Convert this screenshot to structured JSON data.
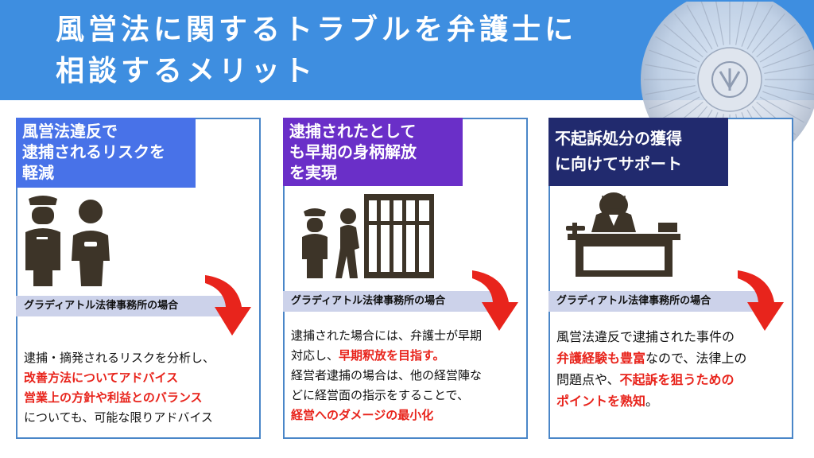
{
  "header": {
    "title_line1": "風営法に関するトラブルを弁護士に",
    "title_line2": "相談するメリット"
  },
  "cards": [
    {
      "title_lines": [
        "風営法違反で",
        "逮捕されるリスクを",
        "軽減"
      ],
      "illustration": "police-officer-and-suspect-icon",
      "subhead": "グラディアトル法律事務所の場合",
      "body": {
        "line1": "逮捕・摘発されるリスクを分析し、",
        "line2_red": "改善方法についてアドバイス",
        "line3_red": "営業上の方針や利益とのバランス",
        "line4": "についても、可能な限りアドバイス"
      }
    },
    {
      "title_lines": [
        "逮捕されたとして",
        "も早期の身柄解放",
        "を実現"
      ],
      "illustration": "prison-cell-release-icon",
      "subhead": "グラディアトル法律事務所の場合",
      "body": {
        "line1": "逮捕された場合には、弁護士が早期",
        "line2_pre": "対応し、",
        "line2_red": "早期釈放を目指す。",
        "line3": "経営者逮捕の場合は、他の経営陣な",
        "line4": "どに経営面の指示をすることで、",
        "line5_red": "経営へのダメージの最小化"
      }
    },
    {
      "title_lines": [
        "不起訴処分の獲得",
        "に向けてサポート"
      ],
      "illustration": "judge-at-bench-icon",
      "subhead": "グラディアトル法律事務所の場合",
      "body": {
        "line1": "風営法違反で逮捕された事件の",
        "line2_red": "弁護経験も豊富",
        "line2_post": "なので、法律上の",
        "line3_pre": "問題点や、",
        "line3_red": "不起訴を狙うための",
        "line4_red": "ポイントを熟知",
        "line4_post": "。"
      }
    }
  ],
  "colors": {
    "header_bg": "#3e8ee0",
    "card1_head": "#4872e8",
    "card2_head": "#6a2fc8",
    "card3_head": "#212a6e",
    "subhead_bg": "#ccd2ea",
    "accent_red": "#e8241c",
    "border": "#4a86c8",
    "icon_brown": "#3d3428"
  }
}
